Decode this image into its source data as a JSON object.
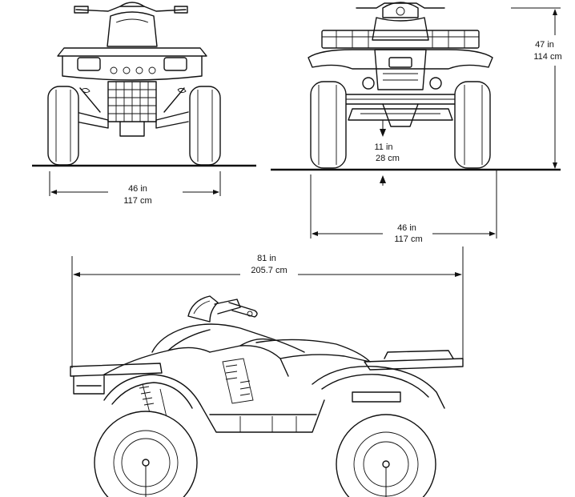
{
  "dimensions": {
    "front_track": {
      "imperial": "46 in",
      "metric": "117 cm"
    },
    "rear_track": {
      "imperial": "46 in",
      "metric": "117 cm"
    },
    "height": {
      "imperial": "47 in",
      "metric": "114 cm"
    },
    "ground_clearance": {
      "imperial": "11 in",
      "metric": "28 cm"
    },
    "overall_length": {
      "imperial": "81 in",
      "metric": "205.7 cm"
    }
  }
}
